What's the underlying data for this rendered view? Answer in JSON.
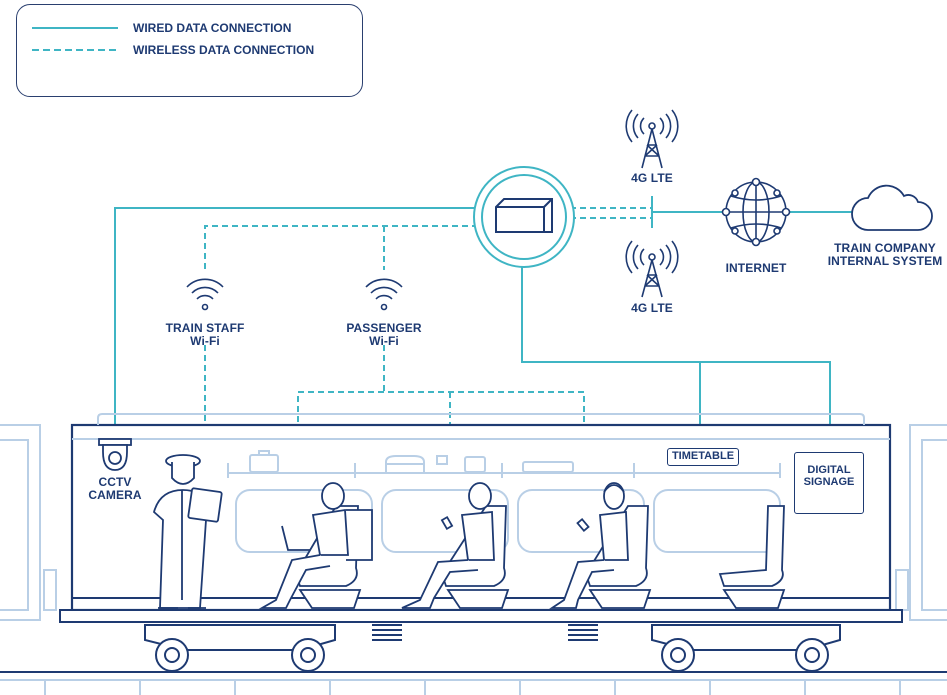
{
  "legend": {
    "wired_label": "WIRED DATA CONNECTION",
    "wireless_label": "WIRELESS DATA CONNECTION"
  },
  "labels": {
    "lte_top": "4G LTE",
    "lte_bottom": "4G LTE",
    "internet": "INTERNET",
    "train_company_line1": "TRAIN COMPANY",
    "train_company_line2": "INTERNAL SYSTEM",
    "train_staff_line1": "TRAIN STAFF",
    "train_staff_line2": "Wi-Fi",
    "passenger_line1": "PASSENGER",
    "passenger_line2": "Wi-Fi",
    "cctv_line1": "CCTV",
    "cctv_line2": "CAMERA",
    "timetable": "TIMETABLE",
    "digital_line1": "DIGITAL",
    "digital_line2": "SIGNAGE"
  },
  "colors": {
    "wire": "#3fb5c4",
    "outline": "#1e3a72",
    "text": "#1e3a72",
    "light_outline": "#b9cfe6"
  },
  "icons": [
    "router-icon",
    "cell-tower-icon",
    "globe-icon",
    "cloud-icon",
    "wifi-icon",
    "cctv-camera-icon",
    "train-car-icon"
  ]
}
